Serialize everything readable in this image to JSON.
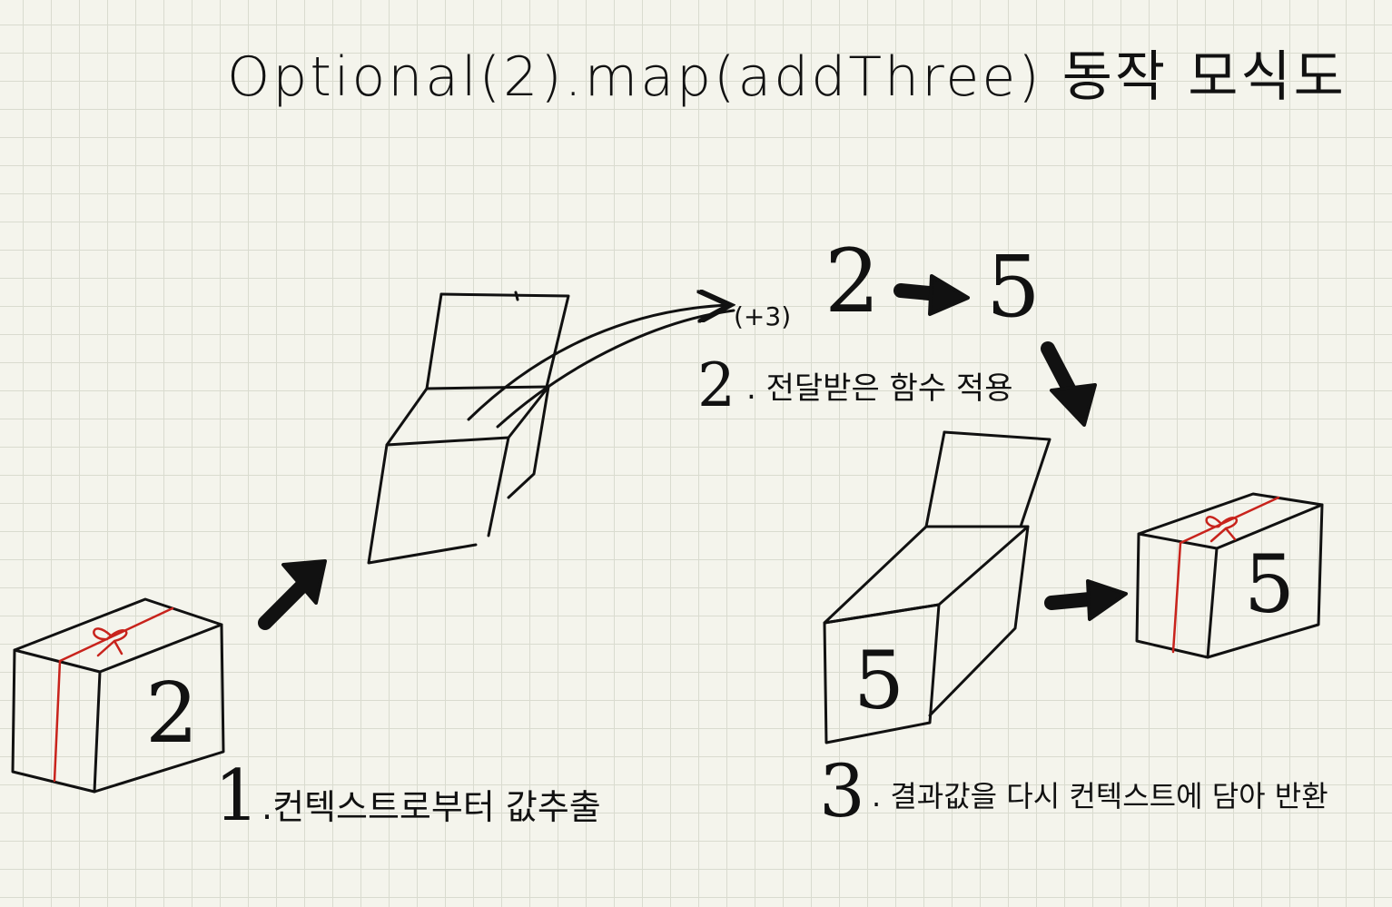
{
  "title": "Optional(2).map(addThree) 동작 모식도",
  "steps": [
    {
      "number": "1",
      "label": ".컨텍스트로부터 값추출"
    },
    {
      "number": "2",
      "label": ". 전달받은 함수 적용"
    },
    {
      "number": "3",
      "label": ". 결과값을 다시 컨텍스트에 담아 반환"
    }
  ],
  "function_label": "(+3)",
  "input_value": "2",
  "output_value": "5",
  "box_input_value": "2",
  "open_box_value": "5",
  "box_output_value": "5",
  "colors": {
    "ink": "#111111",
    "ribbon": "#c8231c",
    "paper": "#f4f4ec",
    "grid": "#d9dbcf"
  }
}
